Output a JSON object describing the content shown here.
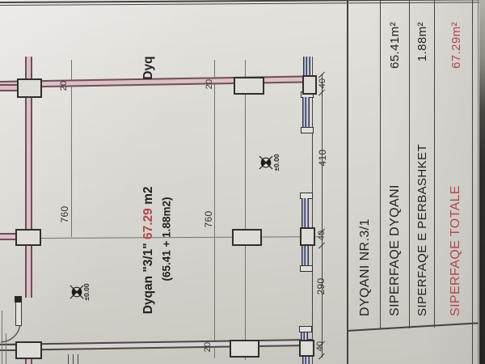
{
  "title_block": {
    "rows": [
      {
        "label": "DYQANI NR.3/1",
        "value": ""
      },
      {
        "label": "SIPERFAQE DYQANI",
        "value": "65.41m²"
      },
      {
        "label": "SIPERFAQE E PERBASHKET",
        "value": "1.88m²"
      },
      {
        "label": "SIPERFAQE TOTALE",
        "value": "67.29m²"
      }
    ]
  },
  "plan": {
    "room_label": {
      "name": "Dyqan \"3/1\" ",
      "area_total": "67.29",
      "area_unit": " m2",
      "breakdown": "(65.41 + 1.88m2)"
    },
    "clipped_label": "Dyq",
    "level_marker_1": "±0.00",
    "level_marker_2": "±0.00",
    "dims_left": [
      "20",
      "760"
    ],
    "dims_mid": [
      "20",
      "760",
      "20"
    ],
    "dims_right": [
      "40",
      "410",
      "40",
      "290",
      "40"
    ]
  },
  "colors": {
    "accent_red": "#b0474c",
    "wall_pink": "#dcc0c7",
    "glazing_blue": "#2e3352",
    "line_dark": "#45423f",
    "paper": "#d7d5cf"
  }
}
